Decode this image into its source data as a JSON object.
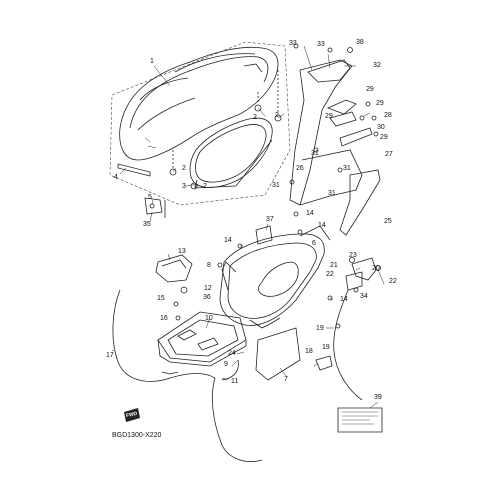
{
  "diagram": {
    "code": "BGD1300-X220",
    "fwd_label": "FWD",
    "part_numbers": [
      "1",
      "2",
      "3",
      "4",
      "5",
      "6",
      "7",
      "8",
      "9",
      "10",
      "11",
      "12",
      "13",
      "14",
      "15",
      "16",
      "17",
      "18",
      "19",
      "20",
      "21",
      "22",
      "23",
      "24",
      "25",
      "26",
      "27",
      "28",
      "29",
      "30",
      "31",
      "32",
      "33",
      "34",
      "35",
      "36",
      "37",
      "38",
      "39"
    ]
  }
}
